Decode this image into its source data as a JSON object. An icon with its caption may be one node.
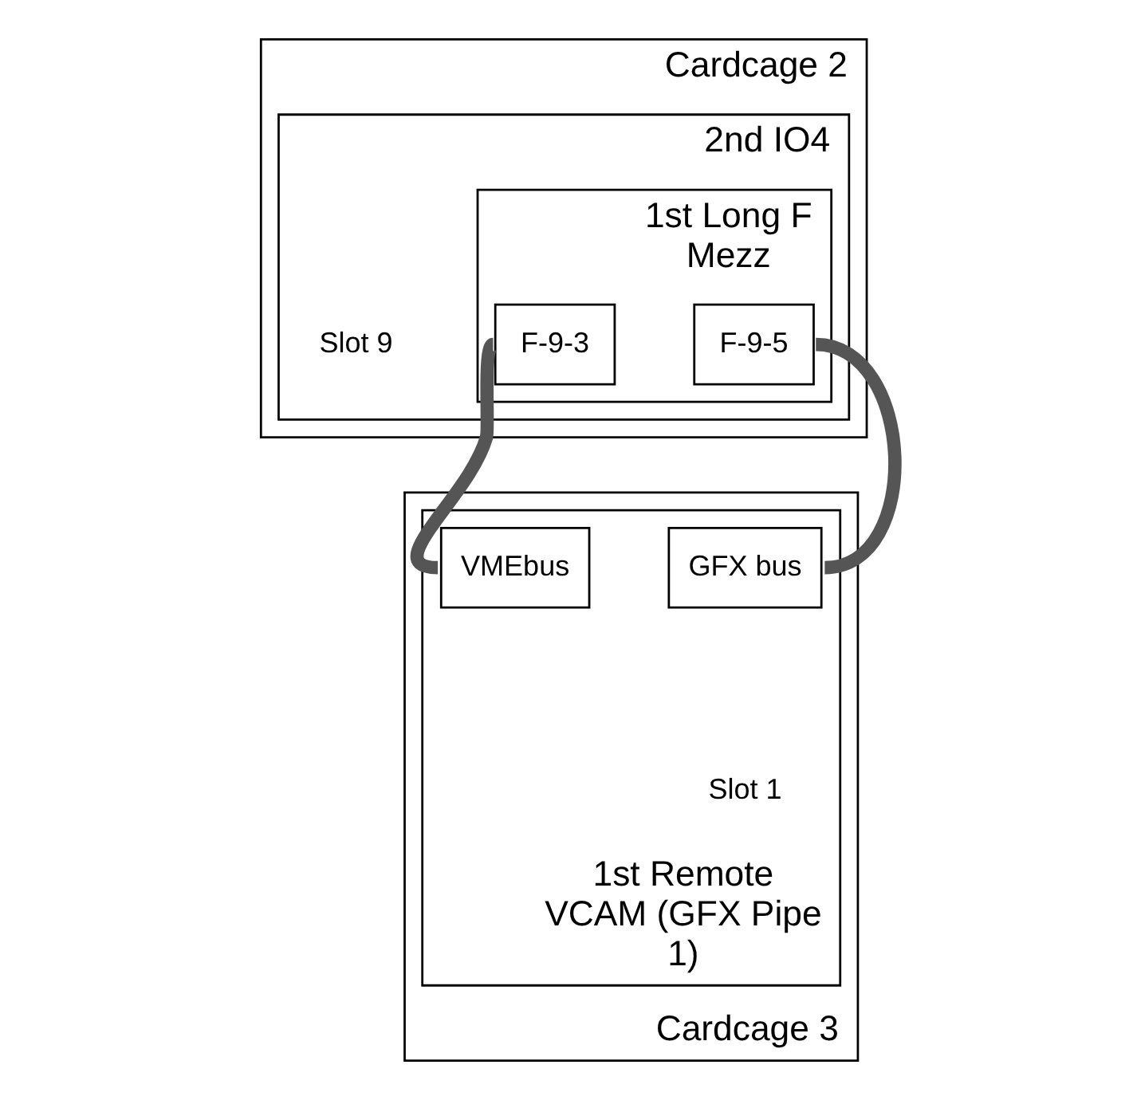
{
  "diagram": {
    "nodes": [
      {
        "text": [
          "Cardcage 2"
        ]
      },
      {
        "text": [
          "2nd IO4"
        ],
        "in": 0,
        "beside": [
          "Slot 9"
        ]
      },
      {
        "text": [
          "1st Long F Mezz"
        ],
        "in": 1
      },
      {
        "text": [
          "F-9-5"
        ],
        "in": 2
      },
      {
        "text": [
          "F-9-3"
        ],
        "in": 2
      },
      {
        "text": [
          "Cardcage 3"
        ]
      },
      {
        "text": [
          "1st Remote VCAM (GFX Pipe 1)"
        ],
        "in": 5,
        "beside": [
          "Slot 1"
        ]
      },
      {
        "text": [
          "VMEbus"
        ],
        "in": 6
      },
      {
        "text": [
          "GFX bus"
        ],
        "in": 6
      }
    ],
    "edges": [
      {
        "from": 3,
        "to": 8,
        "arrow": "none"
      },
      {
        "from": 4,
        "to": 7,
        "arrow": "none"
      }
    ]
  }
}
